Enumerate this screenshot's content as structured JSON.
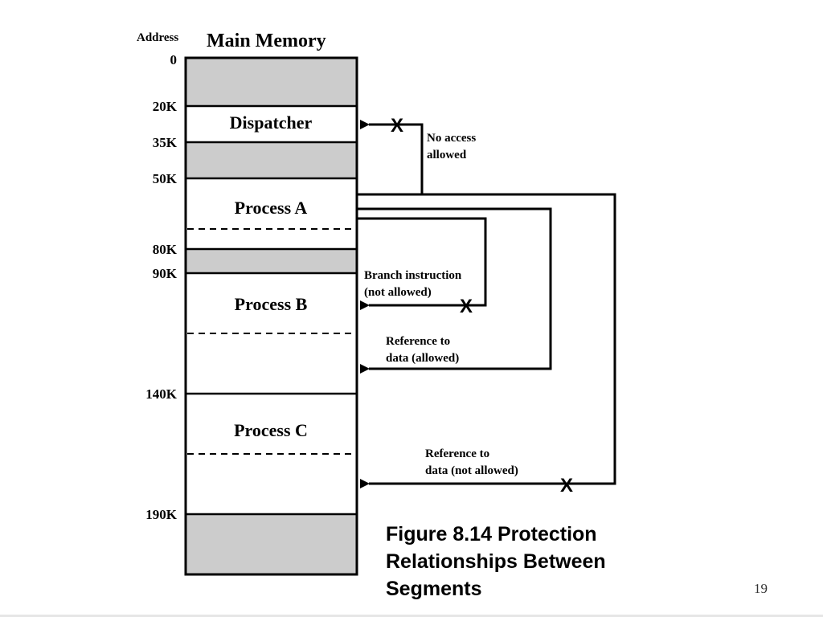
{
  "diagram": {
    "address_header": "Address",
    "memory_title": "Main Memory",
    "addresses": [
      "0",
      "20K",
      "35K",
      "50K",
      "80K",
      "90K",
      "140K",
      "190K"
    ],
    "segments": {
      "dispatcher": "Dispatcher",
      "process_a": "Process A",
      "process_b": "Process B",
      "process_c": "Process C"
    },
    "annotations": {
      "no_access_line1": "No access",
      "no_access_line2": "allowed",
      "branch_line1": "Branch instruction",
      "branch_line2": "(not allowed)",
      "ref_allowed_line1": "Reference to",
      "ref_allowed_line2": "data (allowed)",
      "ref_not_allowed_line1": "Reference to",
      "ref_not_allowed_line2": "data (not allowed)"
    },
    "blocked_mark": "X",
    "colors": {
      "free_region": "#cccccc",
      "used_region": "#ffffff",
      "line": "#000000"
    }
  },
  "caption": {
    "line1": "Figure 8.14 Protection",
    "line2": "Relationships Between",
    "line3": "Segments"
  },
  "page_number": "19"
}
